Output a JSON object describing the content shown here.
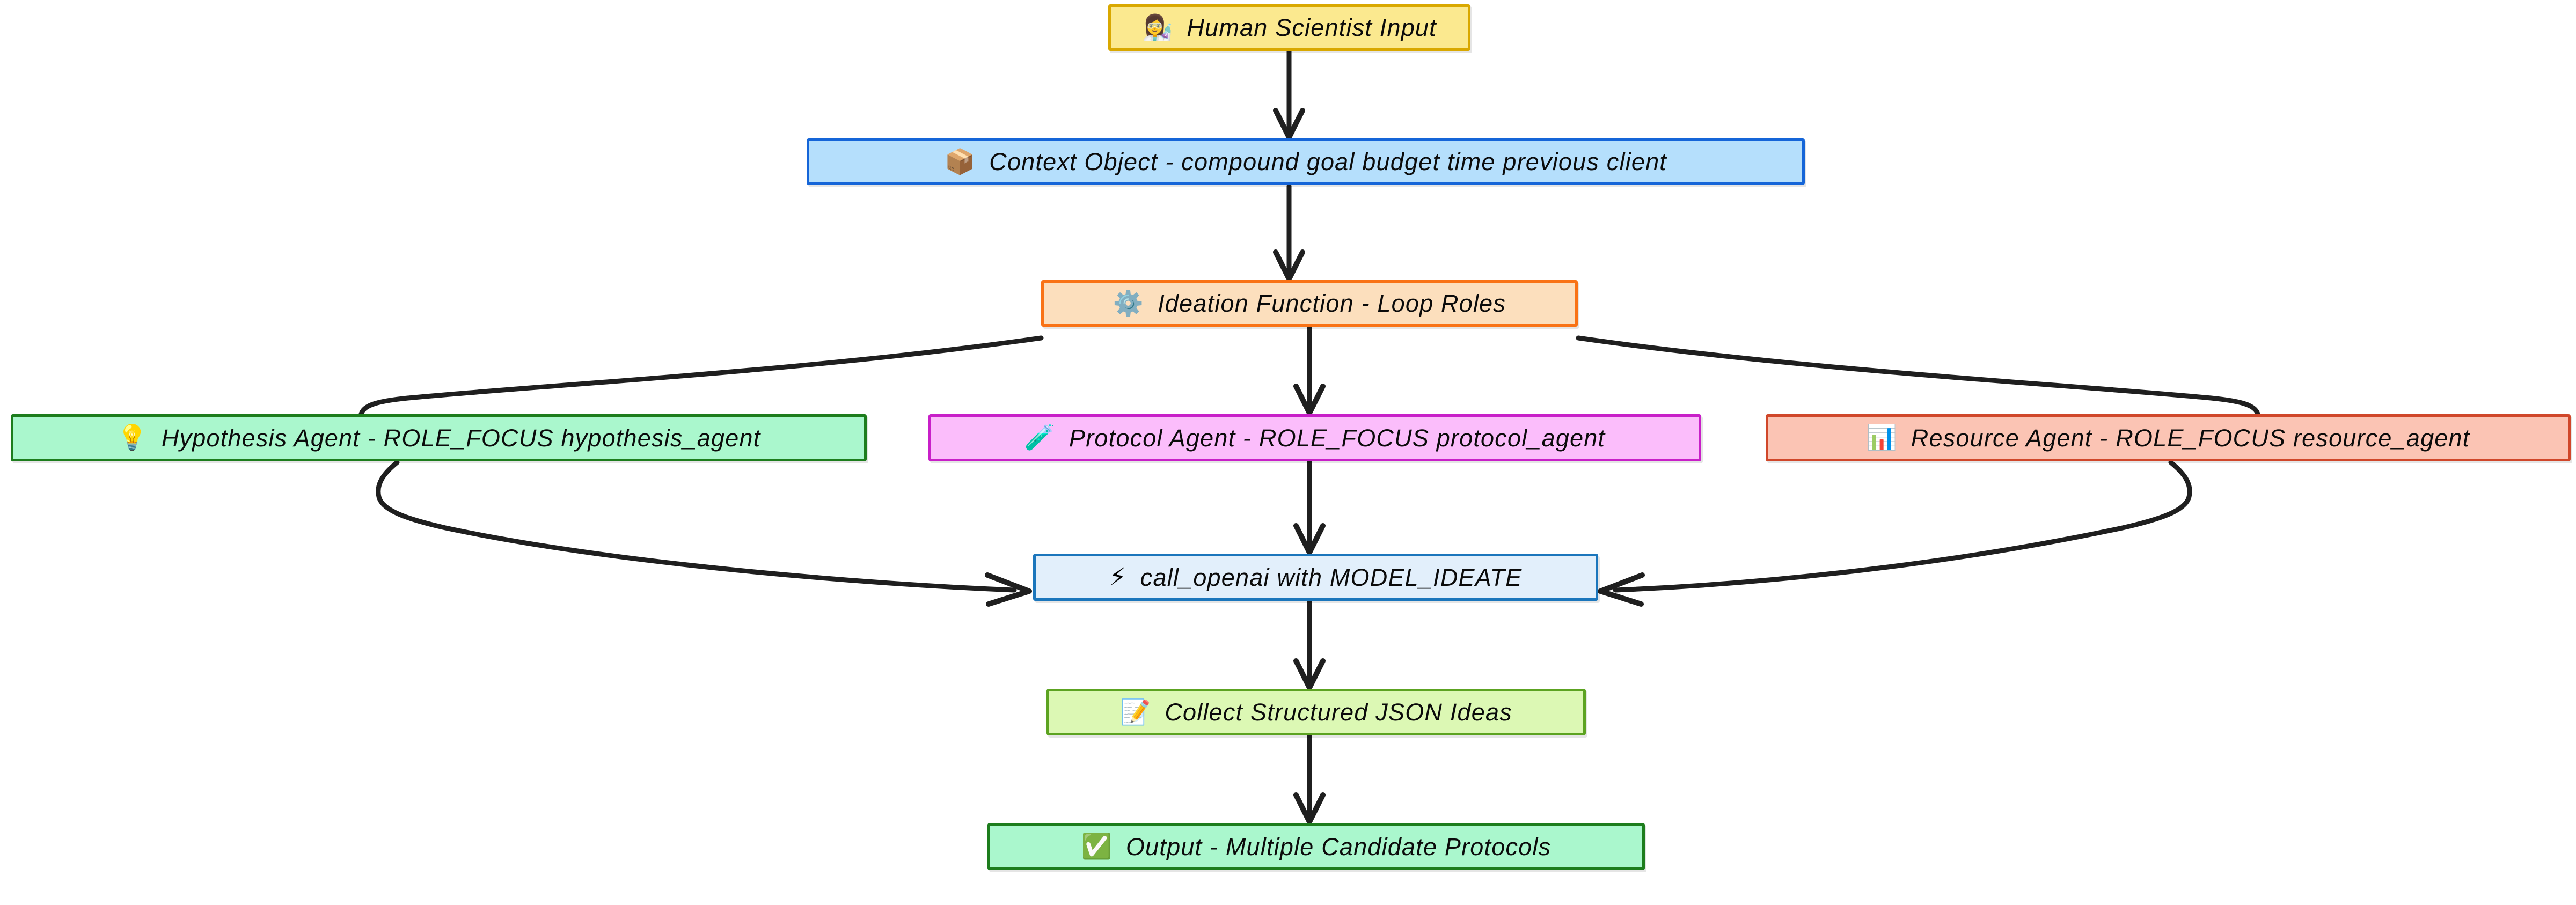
{
  "diagram": {
    "title": "Agentic Ideation Pipeline Flowchart",
    "type": "flowchart-top-down",
    "background": "#ffffff",
    "edge_color": "#1f1f1f"
  },
  "nodes": [
    {
      "id": "human",
      "emoji": "👩‍🔬",
      "emoji_name": "woman-scientist-emoji",
      "label": "Human Scientist Input",
      "fill": "#fbe98f",
      "stroke": "#d9a800"
    },
    {
      "id": "context",
      "emoji": "📦",
      "emoji_name": "package-emoji",
      "label": "Context Object - compound goal budget time previous client",
      "fill": "#b5dffc",
      "stroke": "#1565d8"
    },
    {
      "id": "ideation",
      "emoji": "⚙️",
      "emoji_name": "gear-emoji",
      "label": "Ideation Function - Loop Roles",
      "fill": "#fcdfbd",
      "stroke": "#f97316"
    },
    {
      "id": "hypothesis",
      "emoji": "💡",
      "emoji_name": "light-bulb-emoji",
      "label": "Hypothesis Agent - ROLE_FOCUS hypothesis_agent",
      "fill": "#aaf7cd",
      "stroke": "#1d7d1d"
    },
    {
      "id": "protocol",
      "emoji": "🧪",
      "emoji_name": "test-tube-emoji",
      "label": "Protocol Agent - ROLE_FOCUS protocol_agent",
      "fill": "#fbbdfb",
      "stroke": "#c81fc8"
    },
    {
      "id": "resource",
      "emoji": "📊",
      "emoji_name": "bar-chart-emoji",
      "label": "Resource Agent - ROLE_FOCUS resource_agent",
      "fill": "#fbc4b4",
      "stroke": "#d0472a"
    },
    {
      "id": "callopenai",
      "emoji": "⚡",
      "emoji_name": "lightning-bolt-emoji",
      "label": "call_openai with MODEL_IDEATE",
      "fill": "#e2effb",
      "stroke": "#1b76bc"
    },
    {
      "id": "collect",
      "emoji": "📝",
      "emoji_name": "memo-emoji",
      "label": "Collect Structured JSON Ideas",
      "fill": "#dcf8b4",
      "stroke": "#5ca321"
    },
    {
      "id": "output",
      "emoji": "✅",
      "emoji_name": "check-mark-button-emoji",
      "label": "Output - Multiple Candidate Protocols",
      "fill": "#aaf7cd",
      "stroke": "#1d7d1d"
    }
  ],
  "edges": [
    {
      "from": "human",
      "to": "context",
      "style": "straight-down"
    },
    {
      "from": "context",
      "to": "ideation",
      "style": "straight-down"
    },
    {
      "from": "ideation",
      "to": "hypothesis",
      "style": "curve-left"
    },
    {
      "from": "ideation",
      "to": "protocol",
      "style": "straight-down"
    },
    {
      "from": "ideation",
      "to": "resource",
      "style": "curve-right"
    },
    {
      "from": "hypothesis",
      "to": "callopenai",
      "style": "curve-right-in"
    },
    {
      "from": "protocol",
      "to": "callopenai",
      "style": "straight-down"
    },
    {
      "from": "resource",
      "to": "callopenai",
      "style": "curve-left-in"
    },
    {
      "from": "callopenai",
      "to": "collect",
      "style": "straight-down"
    },
    {
      "from": "collect",
      "to": "output",
      "style": "straight-down"
    }
  ]
}
